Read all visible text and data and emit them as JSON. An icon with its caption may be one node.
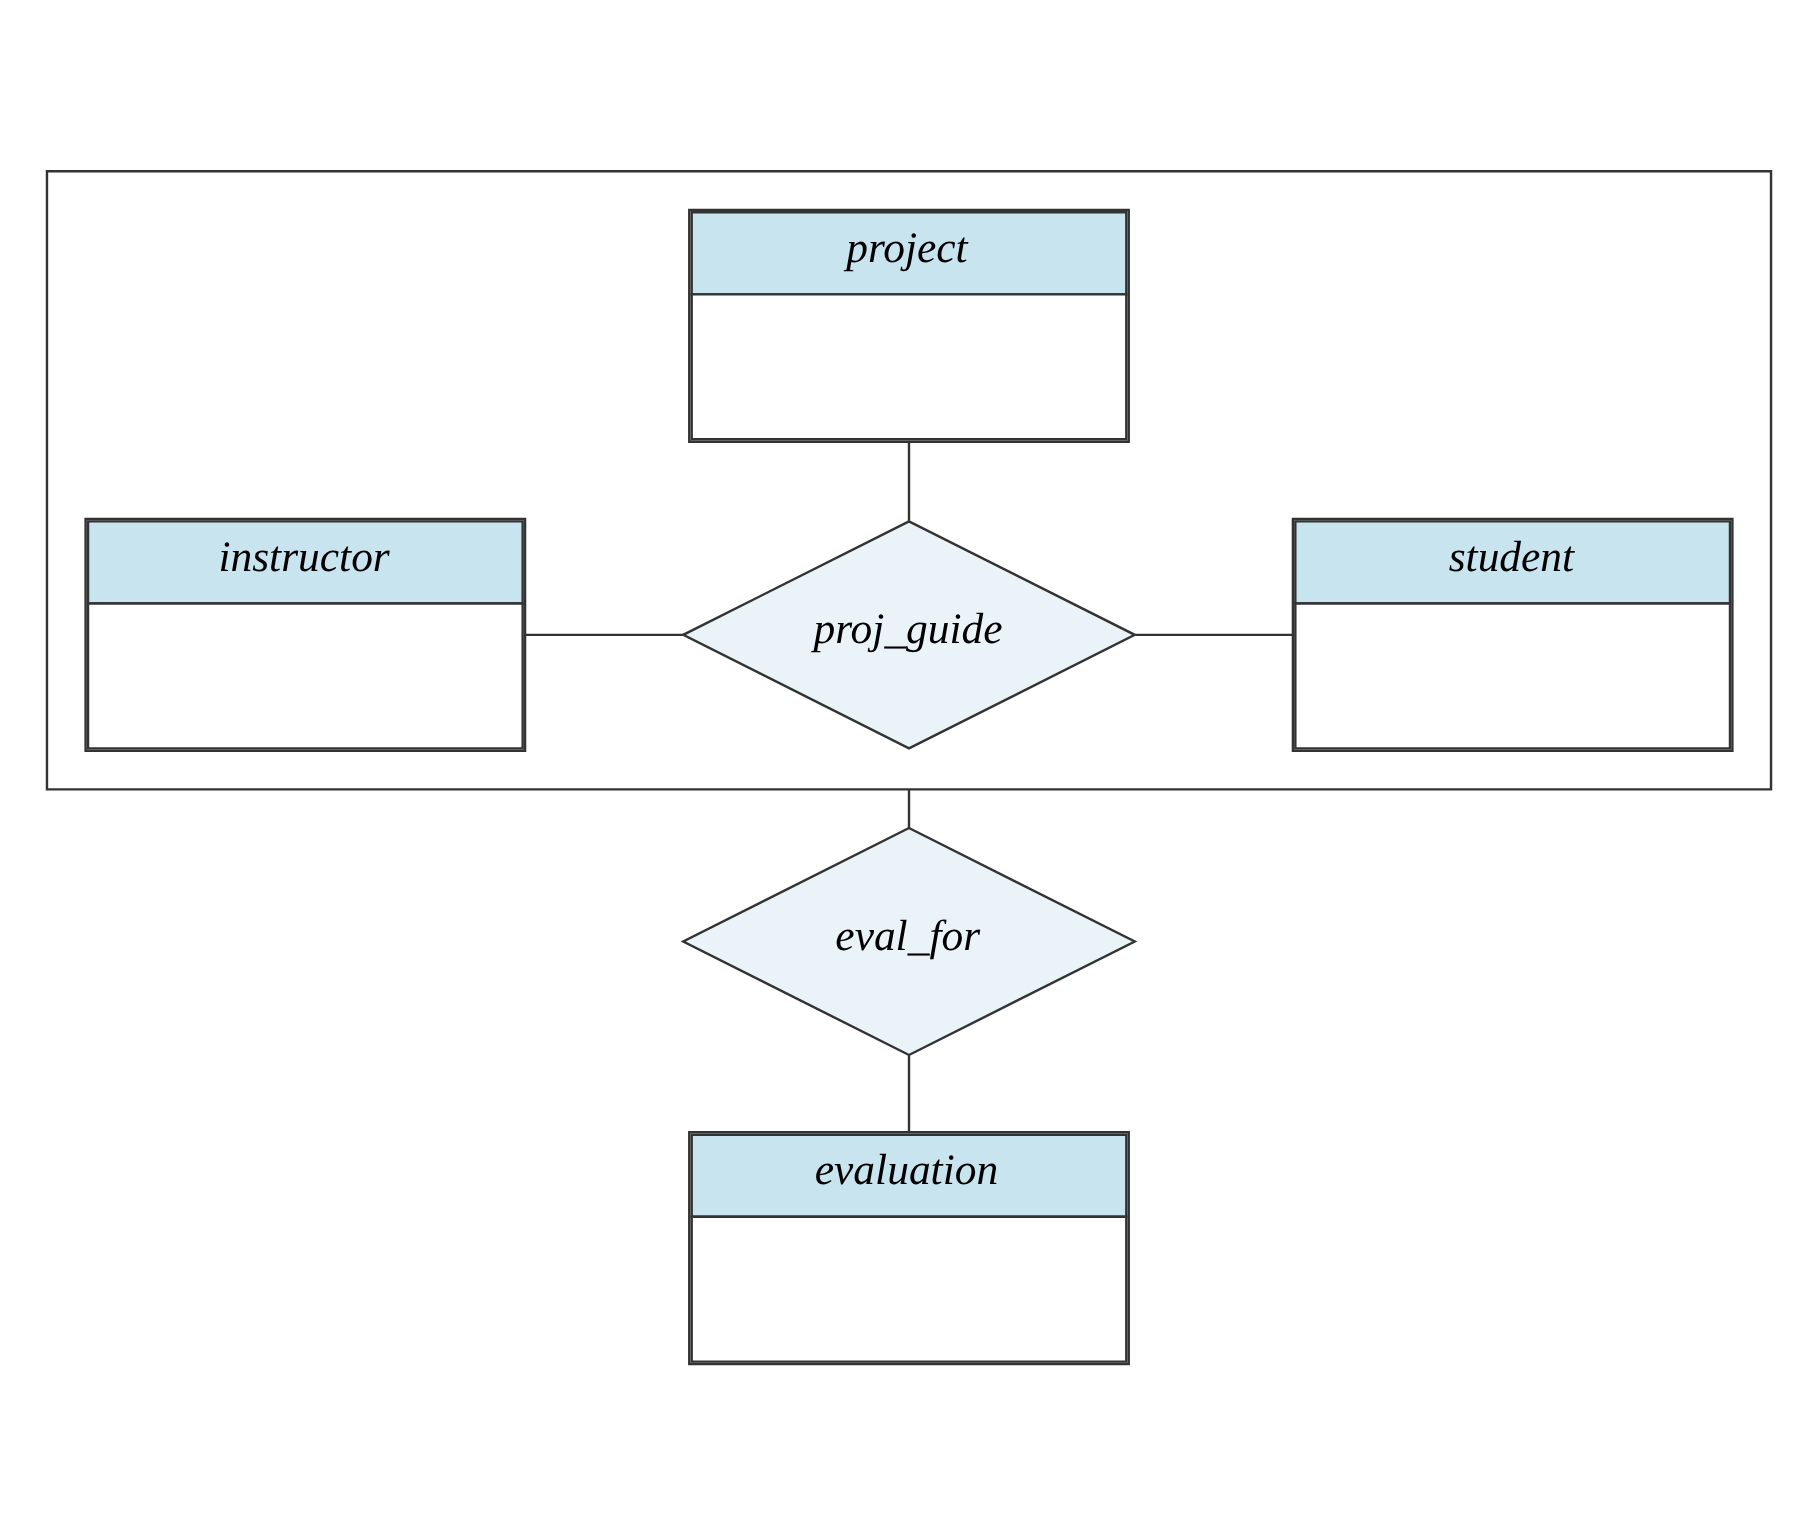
{
  "diagram": {
    "nodes": [
      {
        "text": [],
        "shape": "box"
      },
      {
        "text": [
          "project"
        ],
        "in": 0
      },
      {
        "text": [
          "instructor"
        ],
        "in": 0
      },
      {
        "text": [
          "proj_guide"
        ],
        "in": 0
      },
      {
        "text": [
          "student"
        ],
        "in": 0
      },
      {
        "text": [
          "eval_for"
        ]
      },
      {
        "text": [
          "evaluation"
        ]
      }
    ],
    "edges": [
      {
        "from": 1,
        "to": 3,
        "arrow": "none"
      },
      {
        "from": 2,
        "to": 3,
        "arrow": "none"
      },
      {
        "from": 3,
        "to": 4,
        "arrow": "none"
      },
      {
        "from": 0,
        "to": 5,
        "arrow": "none"
      },
      {
        "from": 5,
        "to": 6,
        "arrow": "none"
      }
    ]
  }
}
